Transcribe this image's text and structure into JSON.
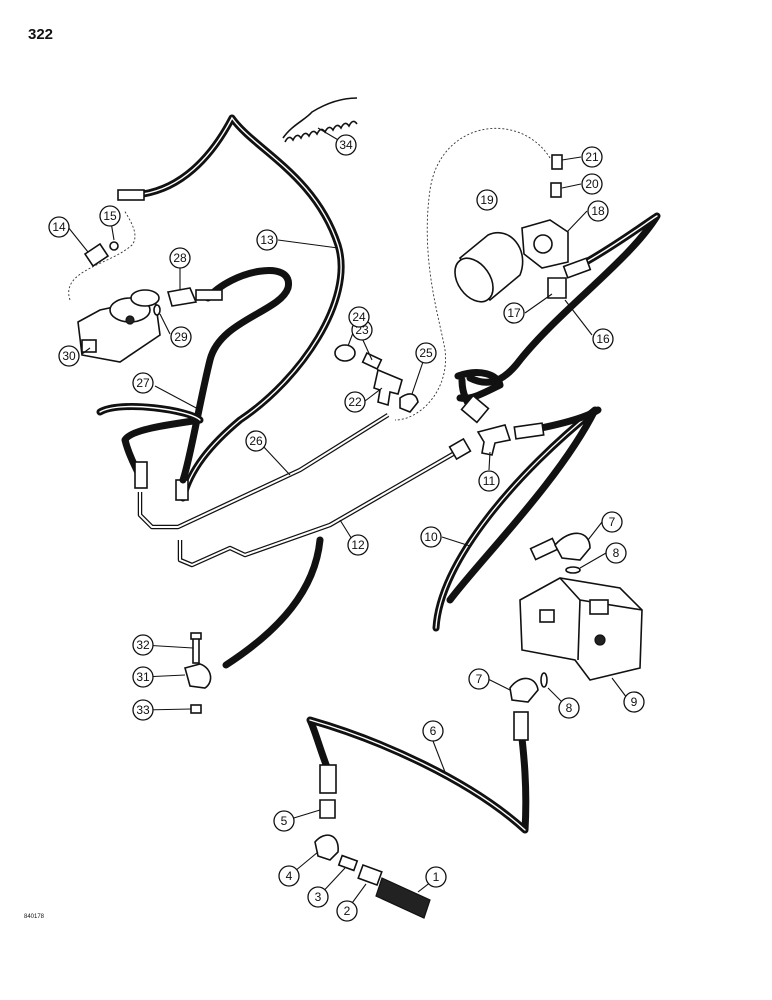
{
  "page_number": "322",
  "reference_code": "840178",
  "callouts": [
    {
      "id": "1",
      "label": "1"
    },
    {
      "id": "2",
      "label": "2"
    },
    {
      "id": "3",
      "label": "3"
    },
    {
      "id": "4",
      "label": "4"
    },
    {
      "id": "5",
      "label": "5"
    },
    {
      "id": "6",
      "label": "6"
    },
    {
      "id": "7a",
      "label": "7"
    },
    {
      "id": "7b",
      "label": "7"
    },
    {
      "id": "8a",
      "label": "8"
    },
    {
      "id": "8b",
      "label": "8"
    },
    {
      "id": "9",
      "label": "9"
    },
    {
      "id": "10",
      "label": "10"
    },
    {
      "id": "11",
      "label": "11"
    },
    {
      "id": "12",
      "label": "12"
    },
    {
      "id": "13",
      "label": "13"
    },
    {
      "id": "14",
      "label": "14"
    },
    {
      "id": "15",
      "label": "15"
    },
    {
      "id": "16",
      "label": "16"
    },
    {
      "id": "17",
      "label": "17"
    },
    {
      "id": "18",
      "label": "18"
    },
    {
      "id": "19",
      "label": "19"
    },
    {
      "id": "20",
      "label": "20"
    },
    {
      "id": "21",
      "label": "21"
    },
    {
      "id": "22",
      "label": "22"
    },
    {
      "id": "23",
      "label": "23"
    },
    {
      "id": "24",
      "label": "24"
    },
    {
      "id": "25",
      "label": "25"
    },
    {
      "id": "26",
      "label": "26"
    },
    {
      "id": "27",
      "label": "27"
    },
    {
      "id": "28",
      "label": "28"
    },
    {
      "id": "29",
      "label": "29"
    },
    {
      "id": "30",
      "label": "30"
    },
    {
      "id": "31",
      "label": "31"
    },
    {
      "id": "32",
      "label": "32"
    },
    {
      "id": "33",
      "label": "33"
    },
    {
      "id": "34",
      "label": "34"
    }
  ]
}
